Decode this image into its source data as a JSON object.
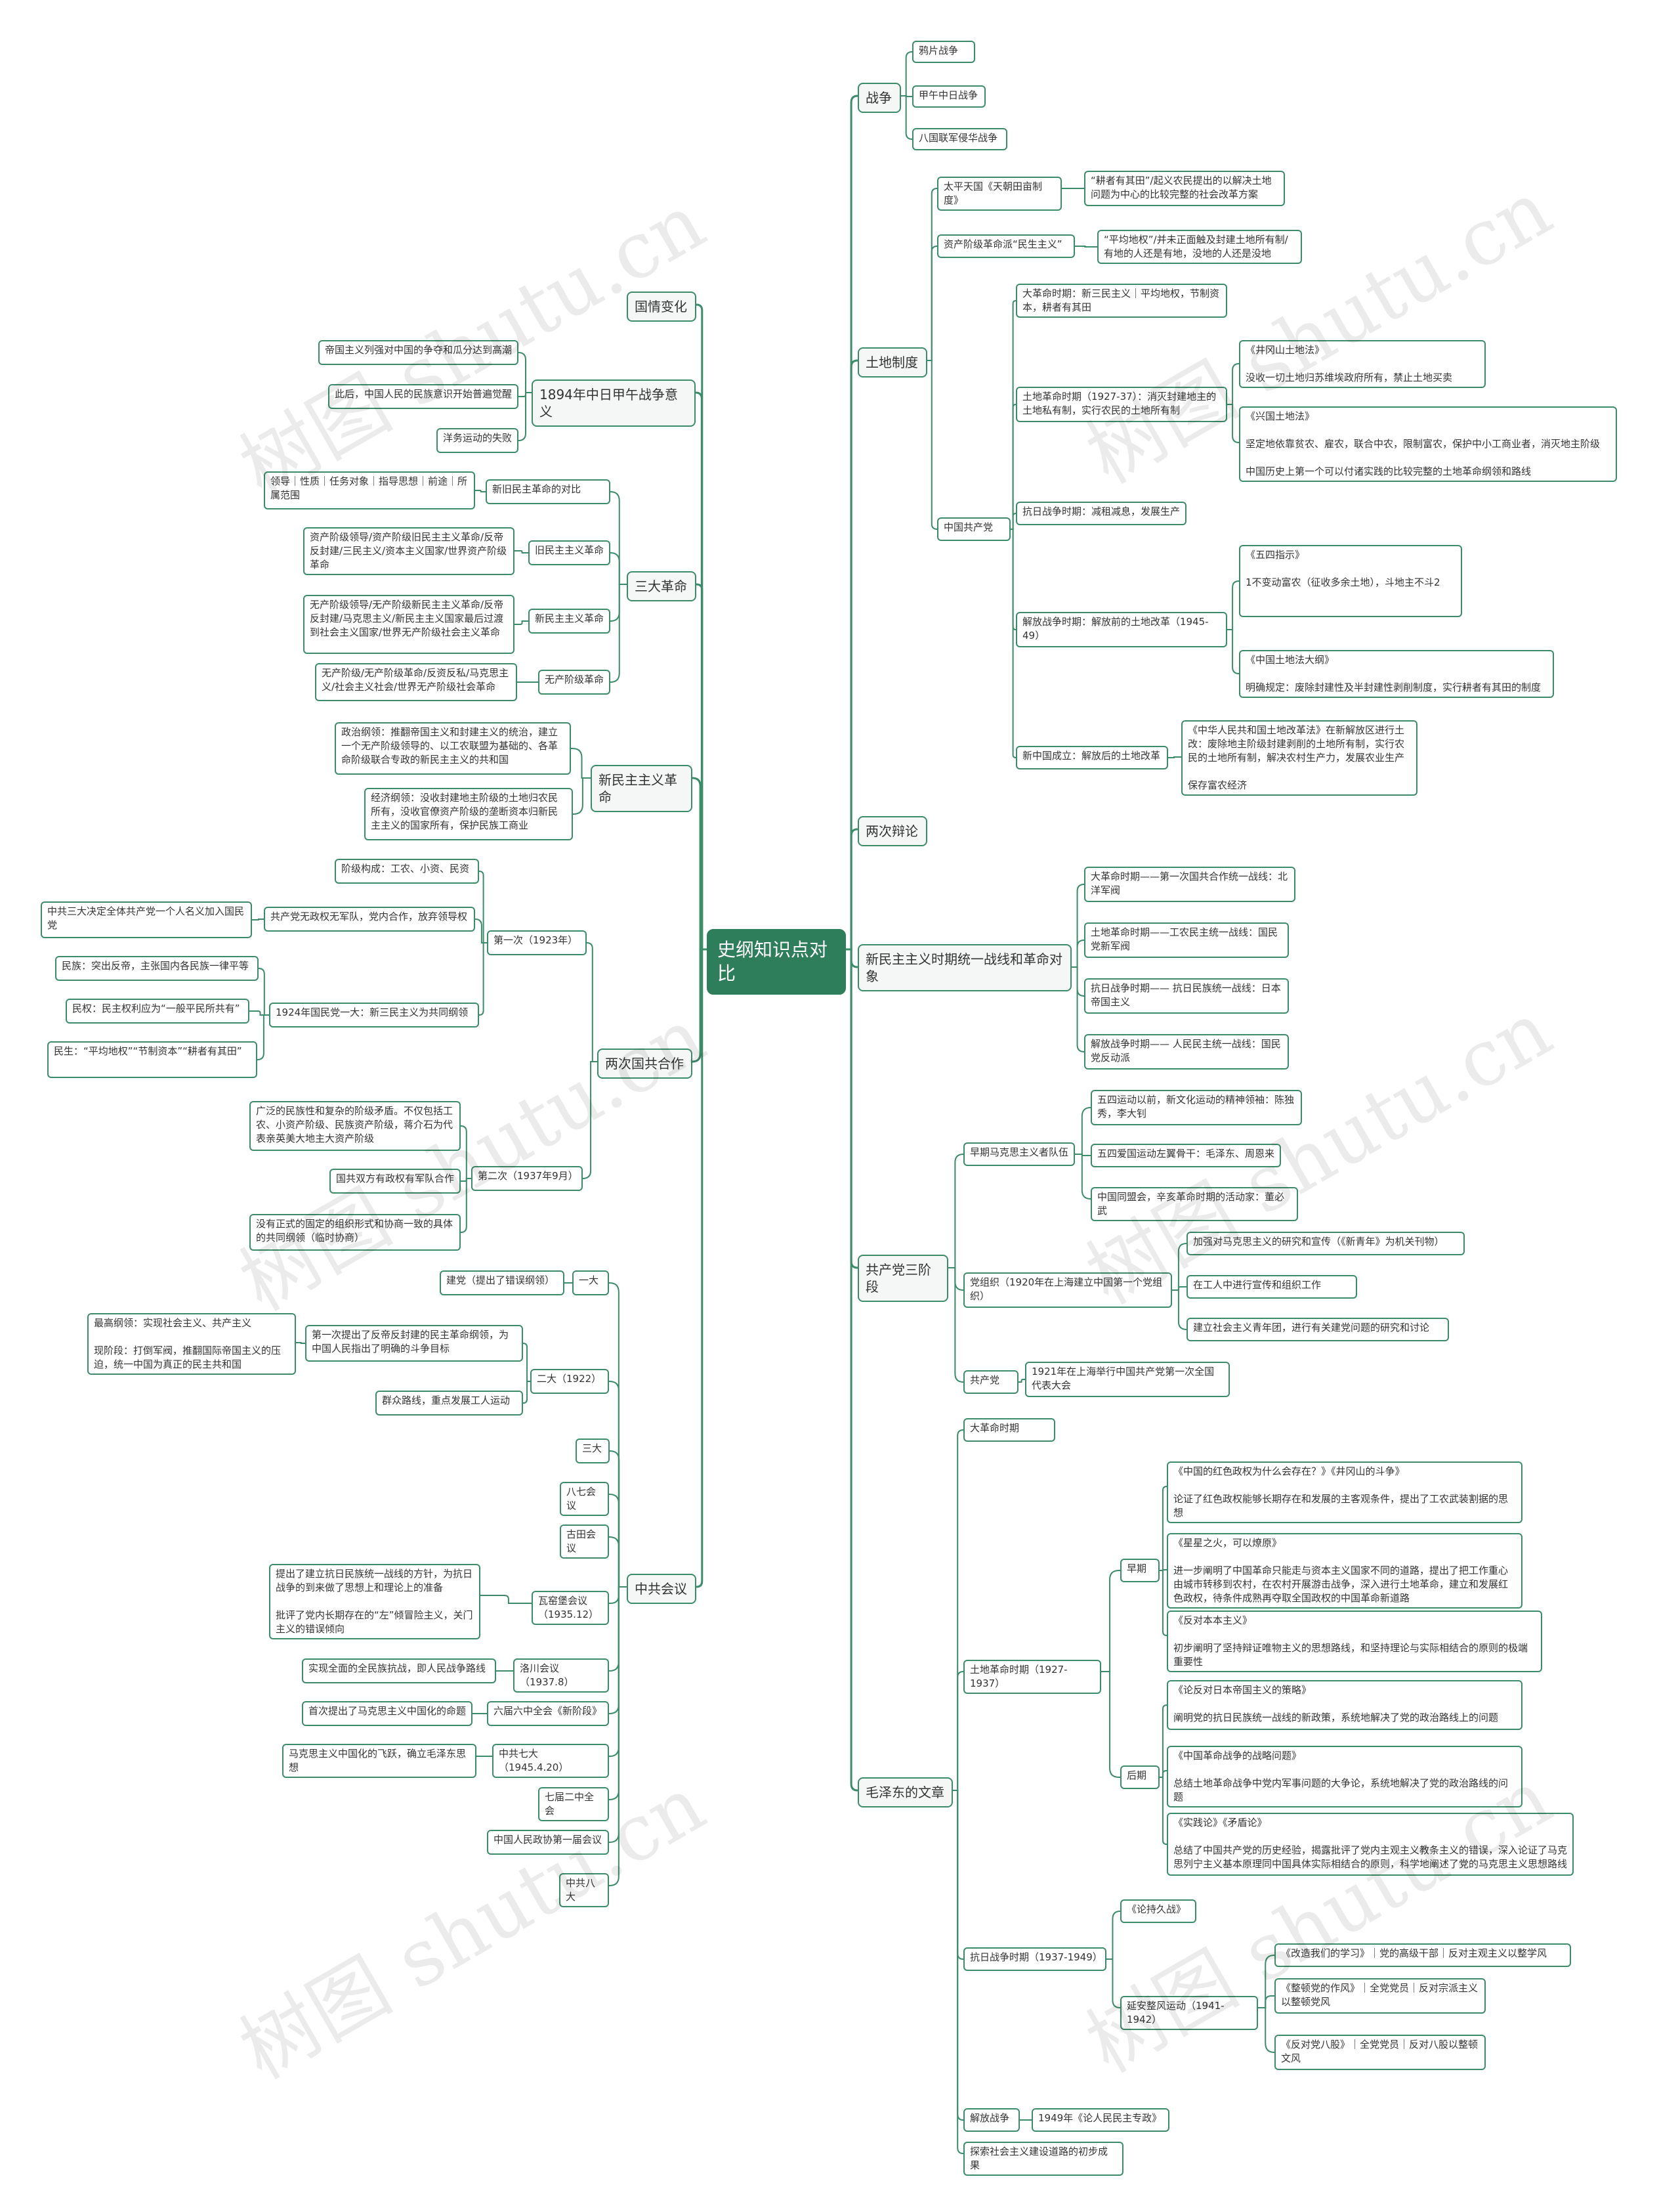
{
  "root": "史纲知识点对比",
  "watermark": "树图 shutu.cn",
  "colors": {
    "line": "#3c8c6a",
    "root": "#2e7d5b"
  },
  "nodes": [
    {
      "id": "r",
      "t": "史纲知识点对比"
    },
    {
      "id": "gq",
      "t": "国情变化"
    },
    {
      "id": "j94",
      "t": "1894年中日甲午战争意义"
    },
    {
      "id": "j94a",
      "t": "帝国主义列强对中国的争夺和瓜分达到高潮"
    },
    {
      "id": "j94b",
      "t": "此后，中国人民的民族意识开始普遍觉醒"
    },
    {
      "id": "j94c",
      "t": "洋务运动的失败"
    },
    {
      "id": "sdgm",
      "t": "三大革命"
    },
    {
      "id": "xjdb",
      "t": "新旧民主革命的对比"
    },
    {
      "id": "xjdb1",
      "t": "领导｜性质｜任务对象｜指导思想｜前途｜所属范围"
    },
    {
      "id": "jmz",
      "t": "旧民主主义革命"
    },
    {
      "id": "jmz1",
      "t": "资产阶级领导/资产阶级旧民主主义革命/反帝反封建/三民主义/资本主义国家/世界资产阶级革命"
    },
    {
      "id": "xmz",
      "t": "新民主主义革命"
    },
    {
      "id": "xmz1",
      "t": "无产阶级领导/无产阶级新民主主义革命/反帝反封建/马克思主义/新民主主义国家最后过渡到社会主义国家/世界无产阶级社会主义革命"
    },
    {
      "id": "wcj",
      "t": "无产阶级革命"
    },
    {
      "id": "wcj1",
      "t": "无产阶级/无产阶级革命/反资反私/马克思主义/社会主义社会/世界无产阶级社会革命"
    },
    {
      "id": "xmzgm",
      "t": "新民主主义革命"
    },
    {
      "id": "xg1",
      "t": "政治纲领：推翻帝国主义和封建主义的统治，建立一个无产阶级领导的、以工农联盟为基础的、各革命阶级联合专政的新民主主义的共和国"
    },
    {
      "id": "xg2",
      "t": "经济纲领：没收封建地主阶级的土地归农民所有，没收官僚资产阶级的垄断资本归新民主主义的国家所有，保护民族工商业"
    },
    {
      "id": "lcgg",
      "t": "两次国共合作"
    },
    {
      "id": "d1",
      "t": "第一次（1923年）"
    },
    {
      "id": "d1a",
      "t": "阶级构成：工农、小资、民资"
    },
    {
      "id": "d1b",
      "t": "共产党无政权无军队，党内合作，放弃领导权"
    },
    {
      "id": "d1b1",
      "t": "中共三大决定全体共产党一个人名义加入国民党"
    },
    {
      "id": "d1c",
      "t": "1924年国民党一大：新三民主义为共同纲领"
    },
    {
      "id": "d1c1",
      "t": "民族：突出反帝，主张国内各民族一律平等"
    },
    {
      "id": "d1c2",
      "t": "民权：民主权利应为“一般平民所共有”"
    },
    {
      "id": "d1c3",
      "t": "民生：“平均地权”“节制资本”“耕者有其田”"
    },
    {
      "id": "d2",
      "t": "第二次（1937年9月）"
    },
    {
      "id": "d2a",
      "t": "广泛的民族性和复杂的阶级矛盾。不仅包括工农、小资产阶级、民族资产阶级，蒋介石为代表亲英美大地主大资产阶级"
    },
    {
      "id": "d2b",
      "t": "国共双方有政权有军队合作"
    },
    {
      "id": "d2c",
      "t": "没有正式的固定的组织形式和协商一致的具体的共同纲领（临时协商）"
    },
    {
      "id": "zghy",
      "t": "中共会议"
    },
    {
      "id": "yd",
      "t": "一大"
    },
    {
      "id": "yd1",
      "t": "建党（提出了错误纲领）"
    },
    {
      "id": "ed",
      "t": "二大（1922）"
    },
    {
      "id": "ed1",
      "t": "第一次提出了反帝反封建的民主革命纲领，为中国人民指出了明确的斗争目标"
    },
    {
      "id": "ed1a",
      "t": "最高纲领：实现社会主义、共产主义\n\n现阶段：打倒军阀，推翻国际帝国主义的压迫，统一中国为真正的民主共和国"
    },
    {
      "id": "ed2",
      "t": "群众路线，重点发展工人运动"
    },
    {
      "id": "sd",
      "t": "三大"
    },
    {
      "id": "bqhy",
      "t": "八七会议"
    },
    {
      "id": "gthy",
      "t": "古田会议"
    },
    {
      "id": "zy",
      "t": "瓦窑堡会议（1935.12）"
    },
    {
      "id": "zy1",
      "t": "提出了建立抗日民族统一战线的方针，为抗日战争的到来做了思想上和理论上的准备\n\n批评了党内长期存在的“左”倾冒险主义，关门主义的错误倾向"
    },
    {
      "id": "lc",
      "t": "洛川会议（1937.8）"
    },
    {
      "id": "lc1",
      "t": "实现全面的全民族抗战，即人民战争路线"
    },
    {
      "id": "lj",
      "t": "六届六中全会《新阶段》"
    },
    {
      "id": "lj1",
      "t": "首次提出了马克思主义中国化的命题"
    },
    {
      "id": "qd",
      "t": "中共七大（1945.4.20）"
    },
    {
      "id": "qd1",
      "t": "马克思主义中国化的飞跃，确立毛泽东思想"
    },
    {
      "id": "qjez",
      "t": "七届二中全会"
    },
    {
      "id": "zz",
      "t": "中国人民政协第一届会议"
    },
    {
      "id": "bd",
      "t": "中共八大"
    },
    {
      "id": "zz2",
      "t": "战争"
    },
    {
      "id": "zz2a",
      "t": "鸦片战争"
    },
    {
      "id": "zz2b",
      "t": "甲午中日战争"
    },
    {
      "id": "zz2c",
      "t": "八国联军侵华战争"
    },
    {
      "id": "tdzd",
      "t": "土地制度"
    },
    {
      "id": "tp",
      "t": "太平天国《天朝田亩制度》"
    },
    {
      "id": "tp1",
      "t": "“耕者有其田”/起义农民提出的以解决土地问题为中心的比较完整的社会改革方案"
    },
    {
      "id": "zc",
      "t": "资产阶级革命派“民生主义”"
    },
    {
      "id": "zc1",
      "t": "“平均地权”/并未正面触及封建土地所有制/有地的人还是有地，没地的人还是没地"
    },
    {
      "id": "zg",
      "t": "中国共产党"
    },
    {
      "id": "zg1",
      "t": "大革命时期：新三民主义｜平均地权，节制资本，耕者有其田"
    },
    {
      "id": "zg2",
      "t": "土地革命时期（1927-37）：消灭封建地主的土地私有制，实行农民的土地所有制"
    },
    {
      "id": "jgs",
      "t": "《井冈山土地法》\n\n没收一切土地归苏维埃政府所有，禁止土地买卖"
    },
    {
      "id": "xg",
      "t": "《兴国土地法》\n\n坚定地依靠贫农、雇农，联合中农，限制富农，保护中小工商业者，消灭地主阶级\n\n中国历史上第一个可以付诸实践的比较完整的土地革命纲领和路线"
    },
    {
      "id": "zg3",
      "t": "抗日战争时期：减租减息，发展生产"
    },
    {
      "id": "zg4",
      "t": "解放战争时期：解放前的土地改革（1945-49）"
    },
    {
      "id": "ws",
      "t": "《五四指示》\n\n1不变动富农（征收多余土地），斗地主不斗2"
    },
    {
      "id": "dg",
      "t": "《中国土地法大纲》\n\n明确规定：废除封建性及半封建性剥削制度，实行耕者有其田的制度"
    },
    {
      "id": "zg5",
      "t": "新中国成立：解放后的土地改革"
    },
    {
      "id": "tgf",
      "t": "《中华人民共和国土地改革法》在新解放区进行土改：废除地主阶级封建剥削的土地所有制，实行农民的土地所有制，解决农村生产力，发展农业生产\n\n保存富农经济"
    },
    {
      "id": "lcbl",
      "t": "两次辩论"
    },
    {
      "id": "tzx",
      "t": "新民主主义时期统一战线和革命对象"
    },
    {
      "id": "tzx1",
      "t": "大革命时期——第一次国共合作统一战线：北洋军阀"
    },
    {
      "id": "tzx2",
      "t": "土地革命时期——工农民主统一战线：国民党新军阀"
    },
    {
      "id": "tzx3",
      "t": "抗日战争时期—— 抗日民族统一战线：日本帝国主义"
    },
    {
      "id": "tzx4",
      "t": "解放战争时期—— 人民民主统一战线：国民党反动派"
    },
    {
      "id": "gcd3",
      "t": "共产党三阶段"
    },
    {
      "id": "zq",
      "t": "早期马克思主义者队伍"
    },
    {
      "id": "zq1",
      "t": "五四运动以前，新文化运动的精神领袖：陈独秀，李大钊"
    },
    {
      "id": "zq2",
      "t": "五四爱国运动左翼骨干：毛泽东、周恩来"
    },
    {
      "id": "zq3",
      "t": "中国同盟会，辛亥革命时期的活动家：董必武"
    },
    {
      "id": "dzz",
      "t": "党组织（1920年在上海建立中国第一个党组织）"
    },
    {
      "id": "dzz1",
      "t": "加强对马克思主义的研究和宣传（《新青年》为机关刊物）"
    },
    {
      "id": "dzz2",
      "t": "在工人中进行宣传和组织工作"
    },
    {
      "id": "dzz3",
      "t": "建立社会主义青年团，进行有关建党问题的研究和讨论"
    },
    {
      "id": "gcd",
      "t": "共产党"
    },
    {
      "id": "gcd1",
      "t": "1921年在上海举行中国共产党第一次全国代表大会"
    },
    {
      "id": "mzd",
      "t": "毛泽东的文章"
    },
    {
      "id": "dgm",
      "t": "大革命时期"
    },
    {
      "id": "tdgm",
      "t": "土地革命时期（1927-1937）"
    },
    {
      "id": "zqi",
      "t": "早期"
    },
    {
      "id": "a1",
      "t": "《中国的红色政权为什么会存在？》《井冈山的斗争》\n\n论证了红色政权能够长期存在和发展的主客观条件，提出了工农武装割据的思想"
    },
    {
      "id": "a2",
      "t": "《星星之火，可以燎原》\n\n进一步阐明了中国革命只能走与资本主义国家不同的道路，提出了把工作重心由城市转移到农村，在农村开展游击战争，深入进行土地革命，建立和发展红色政权，待条件成熟再夺取全国政权的中国革命新道路"
    },
    {
      "id": "a3",
      "t": "《反对本本主义》\n\n初步阐明了坚持辩证唯物主义的思想路线，和坚持理论与实际相结合的原则的极端重要性"
    },
    {
      "id": "hqi",
      "t": "后期"
    },
    {
      "id": "b1",
      "t": "《论反对日本帝国主义的策略》\n\n阐明党的抗日民族统一战线的新政策，系统地解决了党的政治路线上的问题"
    },
    {
      "id": "b2",
      "t": "《中国革命战争的战略问题》\n\n总结土地革命战争中党内军事问题的大争论，系统地解决了党的政治路线的问题"
    },
    {
      "id": "b3",
      "t": "《实践论》《矛盾论》\n\n总结了中国共产党的历史经验，揭露批评了党内主观主义教条主义的错误，深入论证了马克思列宁主义基本原理同中国具体实际相结合的原则，科学地阐述了党的马克思主义思想路线"
    },
    {
      "id": "krzz",
      "t": "抗日战争时期（1937-1949）"
    },
    {
      "id": "cjz",
      "t": "《论持久战》"
    },
    {
      "id": "yazf",
      "t": "延安整风运动（1941-1942）"
    },
    {
      "id": "c1",
      "t": "《改造我们的学习》｜党的高级干部｜反对主观主义以整学风"
    },
    {
      "id": "c2",
      "t": "《整顿党的作风》｜全党党员｜反对宗派主义以整顿党风"
    },
    {
      "id": "c3",
      "t": "《反对党八股》｜全党党员｜反对八股以整顿文风"
    },
    {
      "id": "jfzz",
      "t": "解放战争"
    },
    {
      "id": "jf1",
      "t": "1949年《论人民民主专政》"
    },
    {
      "id": "tszy",
      "t": "探索社会主义建设道路的初步成果"
    }
  ]
}
